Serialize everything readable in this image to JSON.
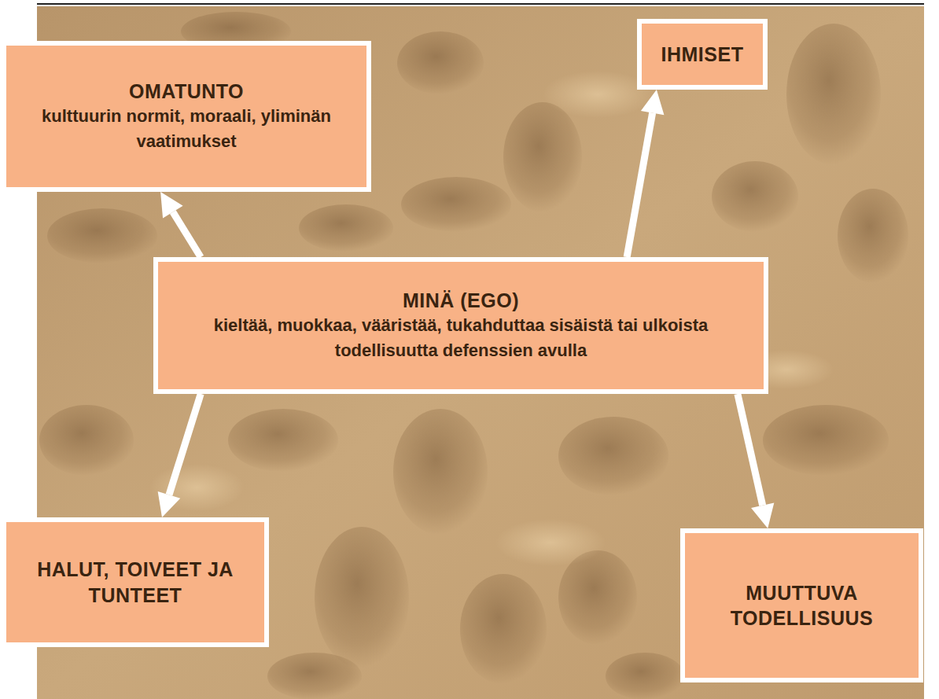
{
  "diagram": {
    "nodes": [
      {
        "text": [
          "OMATUNTO",
          "kulttuurin normit, moraali, yliminän vaatimukset"
        ]
      },
      {
        "text": [
          "IHMISET"
        ]
      },
      {
        "text": [
          "MINÄ (EGO)",
          "kieltää, muokkaa, vääristää, tukahduttaa sisäistä tai ulkoista todellisuutta defenssien avulla"
        ]
      },
      {
        "text": [
          "HALUT, TOIVEET JA TUNTEET"
        ]
      },
      {
        "text": [
          "MUUTTUVA TODELLISUUS"
        ]
      }
    ],
    "edges": [
      {
        "from": 2,
        "to": 0,
        "arrow": "to"
      },
      {
        "from": 2,
        "to": 1,
        "arrow": "to"
      },
      {
        "from": 2,
        "to": 3,
        "arrow": "to"
      },
      {
        "from": 2,
        "to": 4,
        "arrow": "to"
      }
    ]
  }
}
